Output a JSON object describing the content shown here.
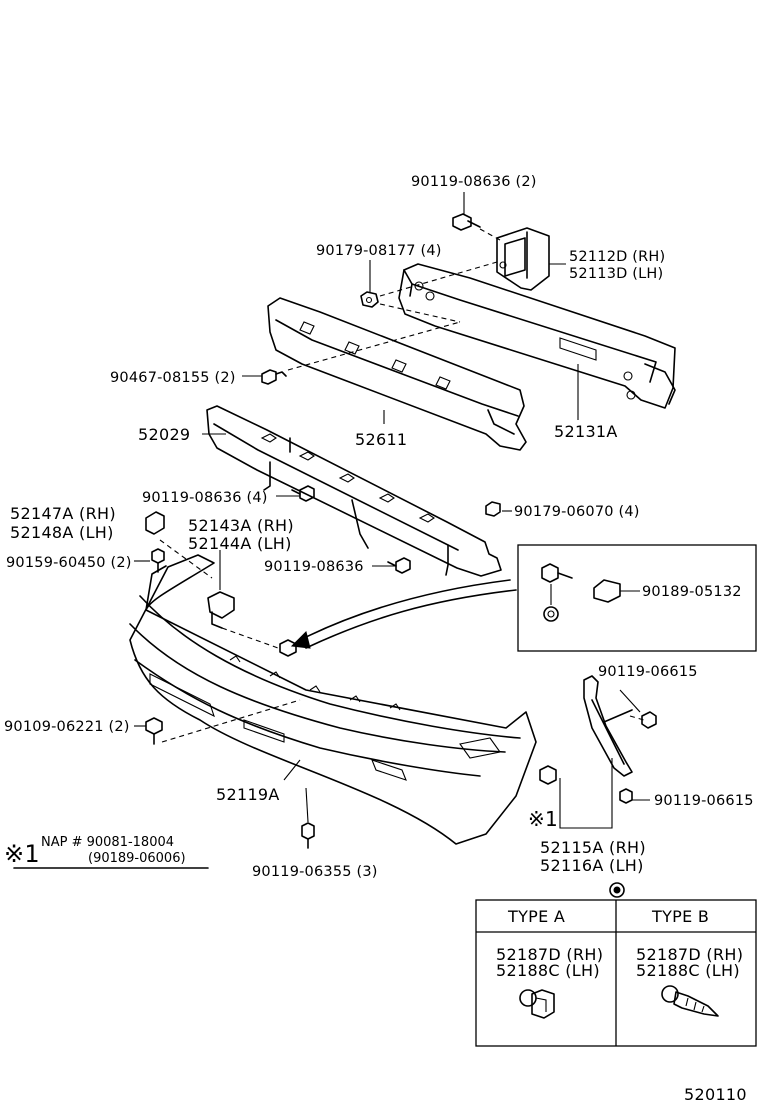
{
  "callouts": {
    "bolt_top": "90119-08636 (2)",
    "nut_90179_08177": "90179-08177 (4)",
    "bracket_rh": "52112D (RH)",
    "bracket_lh": "52113D (LH)",
    "clip_90467": "90467-08155 (2)",
    "reinforcement": "52131A",
    "absorber": "52611",
    "retainer": "52029",
    "bolt_mid": "90119-08636 (4)",
    "nut_90179_06070": "90179-06070 (4)",
    "ext_rh": "52147A (RH)",
    "ext_lh": "52148A (LH)",
    "support_rh": "52143A (RH)",
    "support_lh": "52144A (LH)",
    "screw_90159": "90159-60450 (2)",
    "bolt_low": "90119-08636",
    "clip_90189_05132": "90189-05132",
    "bolt_90119_06615_a": "90119-06615",
    "bolt_90119_06615_b": "90119-06615",
    "screw_90109": "90109-06221 (2)",
    "cover": "52119A",
    "ref_mark": "※1",
    "side_rh": "52115A (RH)",
    "side_lh": "52116A (LH)",
    "note_mark": "※1",
    "note_line1": "NAP # 90081-18004",
    "note_line2": "(90189-06006)",
    "bolt_bottom": "90119-06355 (3)",
    "page_code": "520110"
  },
  "type_table": {
    "type_a": {
      "header": "TYPE  A",
      "rh": "52187D (RH)",
      "lh": "52188C (LH)"
    },
    "type_b": {
      "header": "TYPE  B",
      "rh": "52187D (RH)",
      "lh": "52188C (LH)"
    }
  }
}
